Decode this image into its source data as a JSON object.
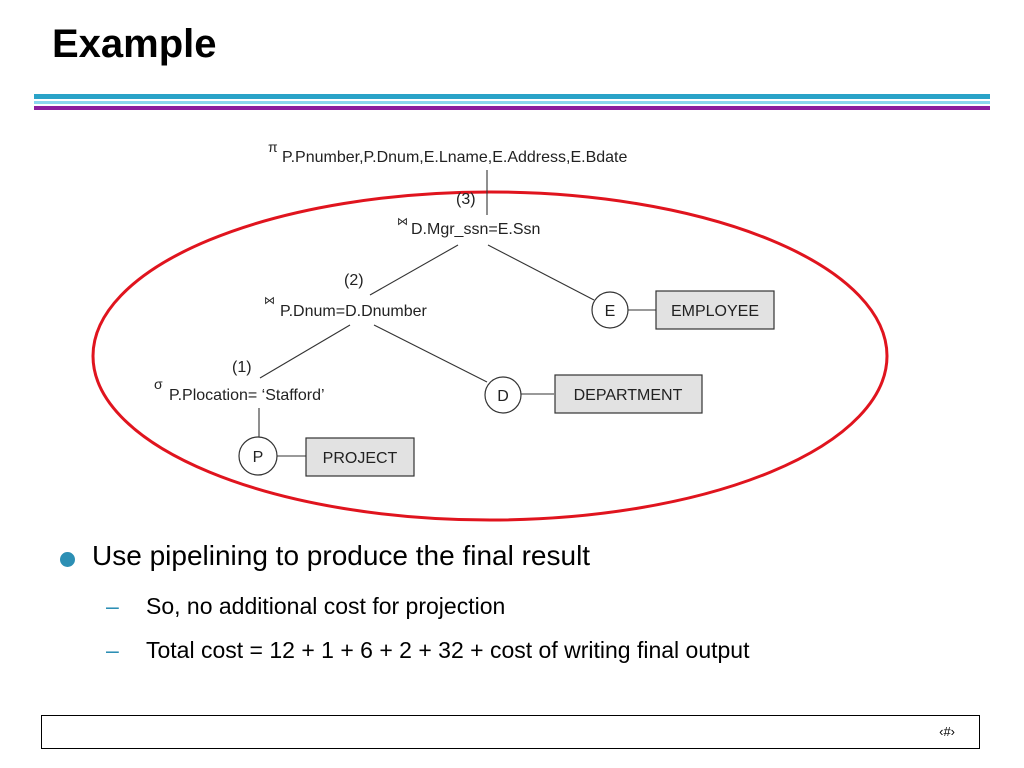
{
  "slide": {
    "title": "Example",
    "page_number": "‹#›"
  },
  "tree": {
    "pi_symbol": "π",
    "projection": "P.Pnumber,P.Dnum,E.Lname,E.Address,E.Bdate",
    "step3": "(3)",
    "join_symbol": "⋈",
    "join3": "D.Mgr_ssn=E.Ssn",
    "step2": "(2)",
    "join2": "P.Dnum=D.Dnumber",
    "step1": "(1)",
    "sigma_symbol": "σ",
    "selection": "P.Plocation= ‘Stafford’",
    "nodes": {
      "e": "E",
      "d": "D",
      "p": "P"
    },
    "relations": {
      "employee": "EMPLOYEE",
      "department": "DEPARTMENT",
      "project": "PROJECT"
    },
    "highlight_color": "#e0141e"
  },
  "bullets": {
    "main": "Use pipelining to produce the final result",
    "sub": [
      "So, no additional cost for projection",
      "Total cost = 12 + 1 + 6 + 2 + 32 + cost of writing final output"
    ]
  }
}
